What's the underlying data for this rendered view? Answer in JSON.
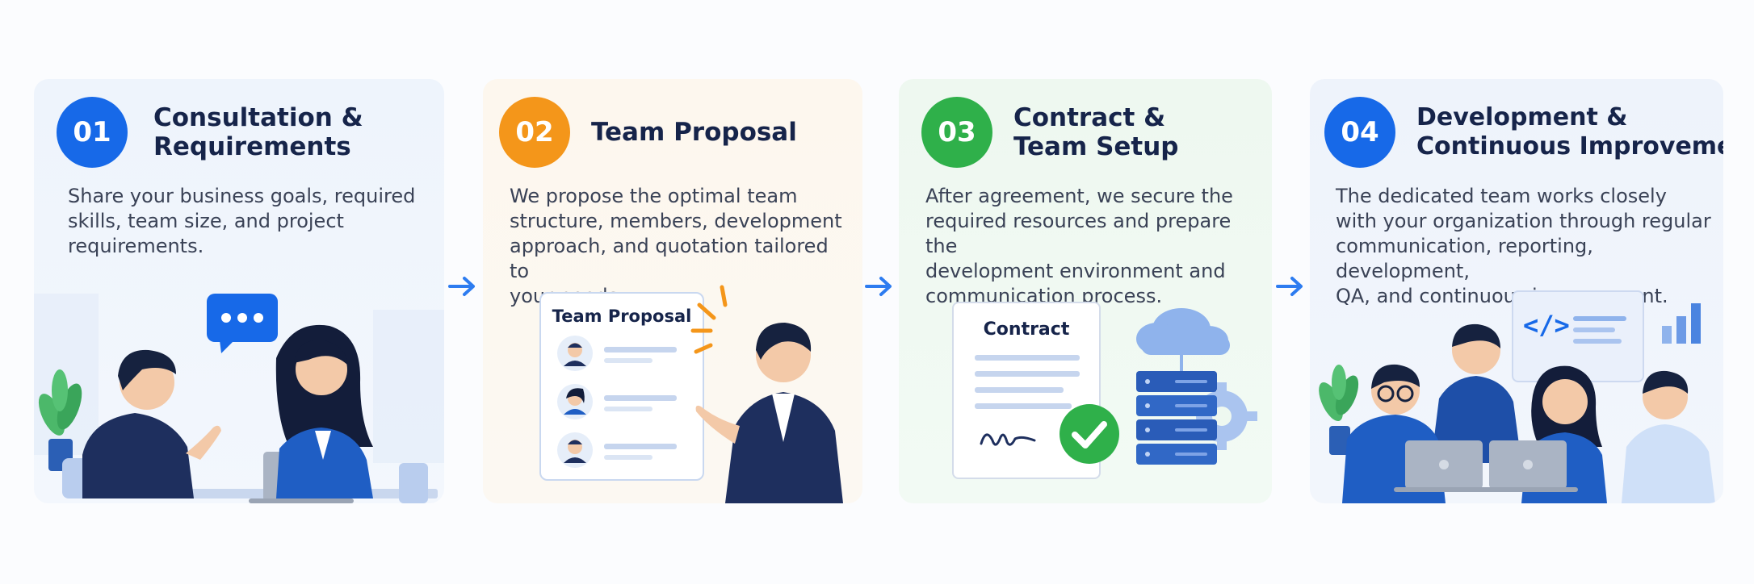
{
  "steps": [
    {
      "number": "01",
      "title_line1": "Consultation &",
      "title_line2": "Requirements",
      "desc": [
        "Share your business goals, required",
        "skills, team size, and project",
        "requirements."
      ],
      "color": "#1769e8"
    },
    {
      "number": "02",
      "title_line1": "Team Proposal",
      "title_line2": "",
      "desc": [
        "We propose the optimal team",
        "structure, members, development",
        "approach, and quotation tailored to",
        "your needs."
      ],
      "color": "#f4961a",
      "doc_title": "Team Proposal"
    },
    {
      "number": "03",
      "title_line1": "Contract &",
      "title_line2": "Team Setup",
      "desc": [
        "After agreement, we secure the",
        "required resources and prepare the",
        "development environment and",
        "communication process."
      ],
      "color": "#2fb04a",
      "doc_title": "Contract"
    },
    {
      "number": "04",
      "title_line1": "Development &",
      "title_line2": "Continuous Improvement",
      "desc": [
        "The dedicated team works closely",
        "with your organization through regular",
        "communication, reporting, development,",
        "QA, and continuous improvement."
      ],
      "color": "#1769e8",
      "code_glyph": "</>"
    }
  ],
  "arrow_color": "#2d7cf0"
}
